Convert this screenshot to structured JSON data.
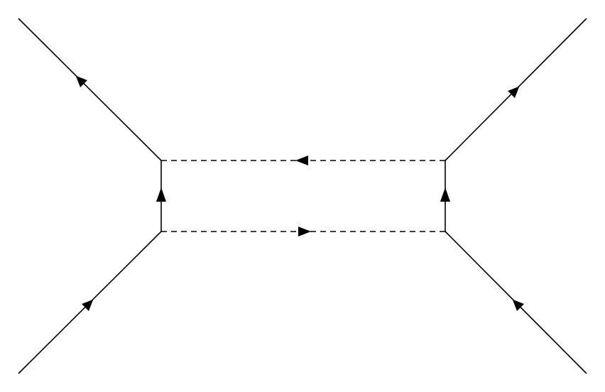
{
  "diagram": {
    "kind": "feynman-box-diagram",
    "colors": {
      "background": "#ffffff",
      "line": "#000000"
    },
    "legs": [
      {
        "id": "bottom-left-incoming",
        "style": "solid",
        "arrow": "toward-vertex"
      },
      {
        "id": "top-left-outgoing",
        "style": "solid",
        "arrow": "away-from-vertex"
      },
      {
        "id": "top-right-outgoing",
        "style": "solid",
        "arrow": "away-from-vertex"
      },
      {
        "id": "bottom-right-incoming",
        "style": "solid",
        "arrow": "toward-vertex"
      }
    ],
    "internal_lines": [
      {
        "id": "left-propagator",
        "style": "solid",
        "arrow": "up"
      },
      {
        "id": "right-propagator",
        "style": "solid",
        "arrow": "up"
      },
      {
        "id": "top-propagator",
        "style": "dashed",
        "arrow": "left"
      },
      {
        "id": "bottom-propagator",
        "style": "dashed",
        "arrow": "right"
      }
    ]
  }
}
